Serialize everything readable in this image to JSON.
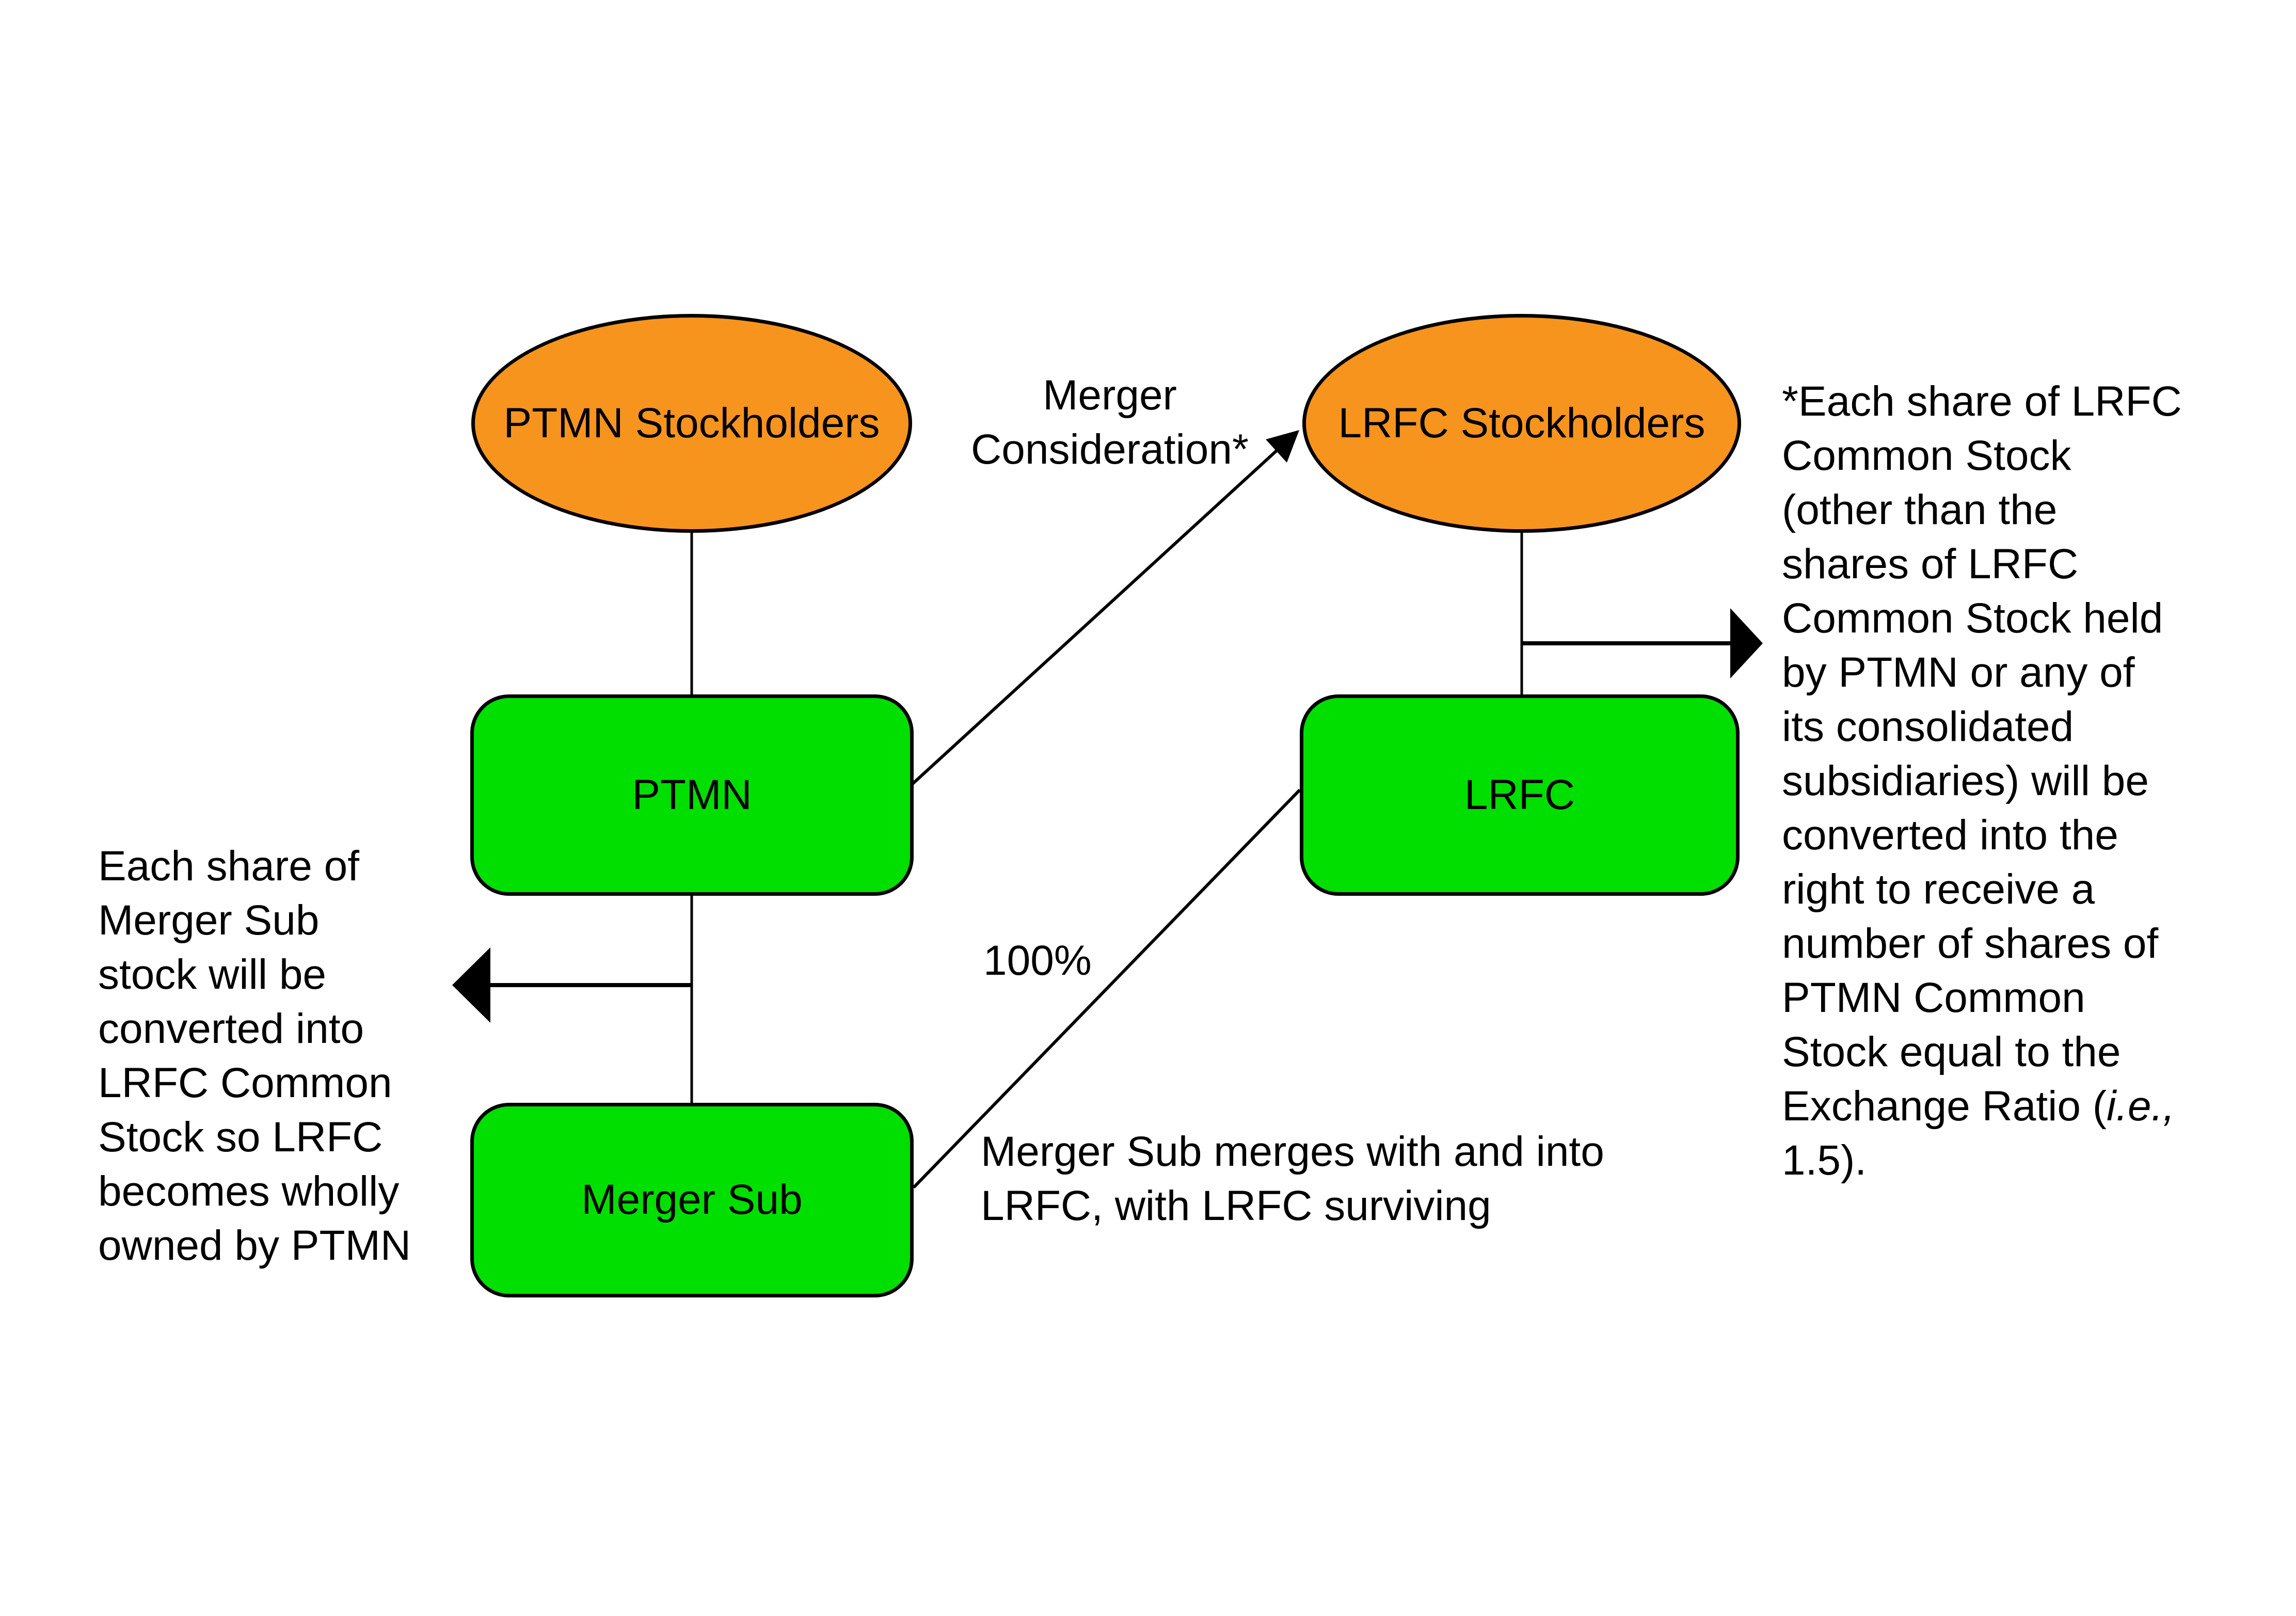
{
  "colors": {
    "ellipse_fill": "#F7941E",
    "box_fill": "#00DF00",
    "stroke": "#000000",
    "background": "#FFFFFF",
    "text": "#000000"
  },
  "nodes": {
    "ptmn_stockholders": {
      "label": "PTMN Stockholders"
    },
    "lrfc_stockholders": {
      "label": "LRFC Stockholders"
    },
    "ptmn": {
      "label": "PTMN"
    },
    "lrfc": {
      "label": "LRFC"
    },
    "merger_sub": {
      "label": "Merger Sub"
    }
  },
  "labels": {
    "merger_consideration": {
      "line1": "Merger",
      "line2": "Consideration*"
    },
    "ownership_pct": "100%",
    "merge_note": {
      "line1": "Merger Sub merges with and into",
      "line2": "LRFC, with LRFC surviving"
    }
  },
  "left_note": {
    "lines": [
      "Each share of",
      "Merger Sub",
      "stock will be",
      "converted into",
      "LRFC Common",
      "Stock so LRFC",
      "becomes wholly",
      "owned by PTMN"
    ]
  },
  "right_note": {
    "lines": [
      "*Each share of LRFC",
      "Common Stock",
      "(other than the",
      "shares of LRFC",
      "Common Stock held",
      "by PTMN or any of",
      "its consolidated",
      "subsidiaries) will be",
      "converted into the",
      "right to receive a",
      "number of shares of",
      "PTMN Common",
      "Stock equal to the"
    ],
    "ratio_line": {
      "pre": "Exchange Ratio (",
      "italic": "i.e.,"
    },
    "last_line": "1.5)."
  }
}
